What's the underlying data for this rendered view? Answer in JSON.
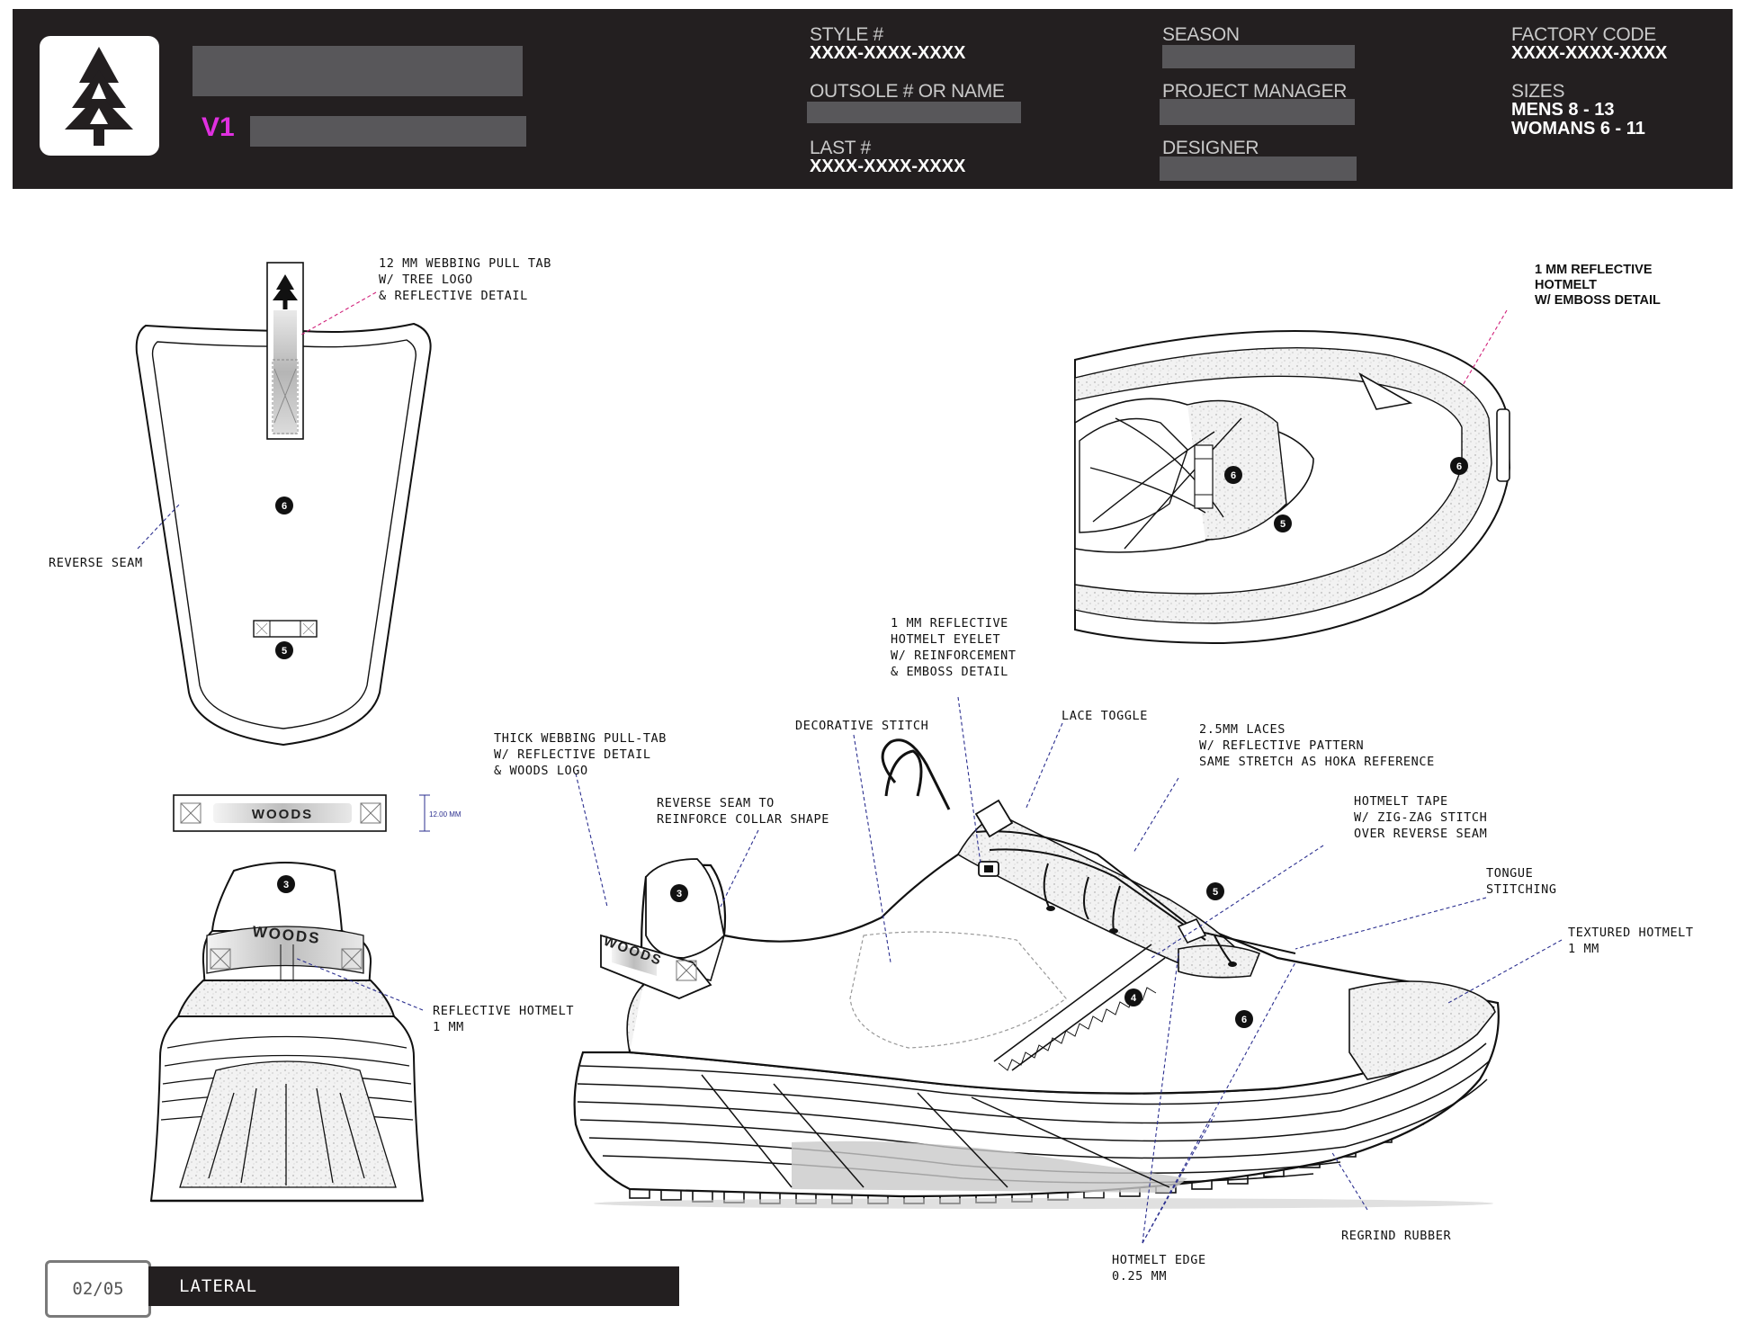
{
  "header": {
    "version": "V1",
    "style_label": "STYLE #",
    "style_value": "XXXX-XXXX-XXXX",
    "outsole_label": "OUTSOLE # OR NAME",
    "last_label": "LAST #",
    "last_value": "XXXX-XXXX-XXXX",
    "season_label": "SEASON",
    "pm_label": "PROJECT MANAGER",
    "designer_label": "DESIGNER",
    "factory_label": "FACTORY CODE",
    "factory_value": "XXXX-XXXX-XXXX",
    "sizes_label": "SIZES",
    "sizes_mens": "MENS 8 - 13",
    "sizes_womens": "WOMANS 6 - 11"
  },
  "callouts": {
    "pull_tab": "12 MM WEBBING PULL TAB\nW/ TREE LOGO\n& REFLECTIVE DETAIL",
    "reverse_seam": "REVERSE SEAM",
    "reflective_hotmelt": "REFLECTIVE HOTMELT\n1 MM",
    "top_hotmelt": "1 MM REFLECTIVE\nHOTMELT\nW/ EMBOSS DETAIL",
    "eyelet": "1 MM REFLECTIVE\nHOTMELT EYELET\nW/ REINFORCEMENT\n& EMBOSS DETAIL",
    "decorative_stitch": "DECORATIVE STITCH",
    "lace_toggle": "LACE TOGGLE",
    "laces": "2.5MM LACES\nW/ REFLECTIVE PATTERN\nSAME STRETCH AS HOKA REFERENCE",
    "thick_webbing": "THICK WEBBING PULL-TAB\nW/ REFLECTIVE DETAIL\n& WOODS LOGO",
    "reverse_seam_collar": "REVERSE SEAM TO\nREINFORCE COLLAR SHAPE",
    "hotmelt_tape": "HOTMELT TAPE\nW/ ZIG-ZAG STITCH\nOVER REVERSE SEAM",
    "tongue_stitching": "TONGUE\nSTITCHING",
    "textured_hotmelt": "TEXTURED HOTMELT\n1 MM",
    "hotmelt_edge": "HOTMELT EDGE\n0.25 MM",
    "regrind_rubber": "REGRIND RUBBER"
  },
  "drawing": {
    "brand_text": "WOODS",
    "tab_dimension": "12.00 MM",
    "markers": [
      "3",
      "4",
      "5",
      "6"
    ]
  },
  "footer": {
    "page": "02/05",
    "view": "LATERAL"
  },
  "colors": {
    "header_bg": "#231f20",
    "redaction": "#58575a",
    "version_accent": "#e030e0",
    "leader_blue": "#2b2f8f",
    "leader_magenta": "#d0207a"
  }
}
